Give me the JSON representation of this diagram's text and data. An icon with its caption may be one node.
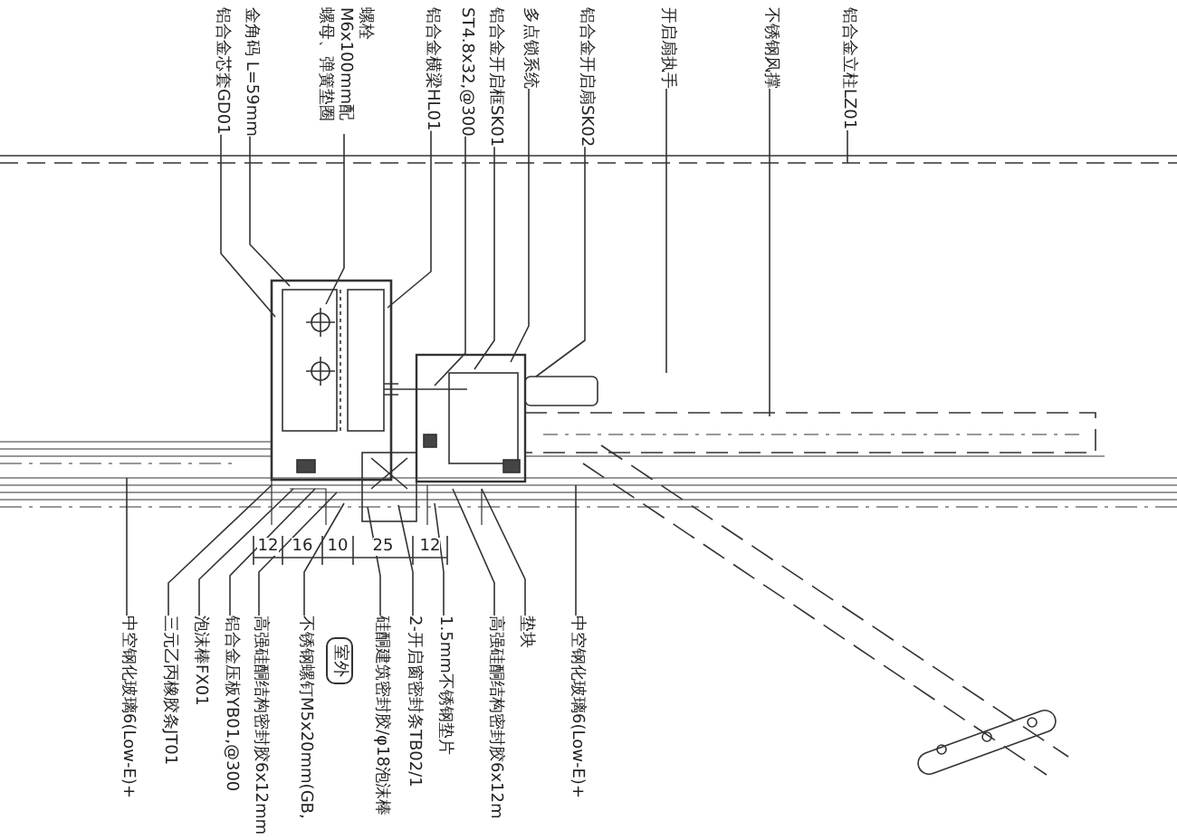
{
  "diagram": {
    "nodes": [
      {
        "text": [
          "铝合金芯套GD01"
        ]
      },
      {
        "text": [
          "金角码 L=59mm"
        ]
      },
      {
        "text": [
          "螺栓M6x100mm配螺母、弹簧垫圈"
        ]
      },
      {
        "text": [
          "铝合金横梁HL01"
        ]
      },
      {
        "text": [
          "ST4.8x32,@300"
        ]
      },
      {
        "text": [
          "铝合金开启框SK01"
        ]
      },
      {
        "text": [
          "多点锁系统"
        ]
      },
      {
        "text": [
          "铝合金开启扇SK02"
        ]
      },
      {
        "text": [
          "开启扇执手"
        ]
      },
      {
        "text": [
          "不锈钢风撑"
        ]
      },
      {
        "text": [
          "铝合金立柱LZ01"
        ]
      },
      {
        "text": [
          "中空钢化玻璃6(Low-E)+"
        ]
      },
      {
        "text": [
          "三元乙丙橡胶条JT01"
        ]
      },
      {
        "text": [
          "泡沫棒FX01"
        ]
      },
      {
        "text": [
          "铝合金压板YB01,@300"
        ]
      },
      {
        "text": [
          "高强硅酮结构密封胶6x12mm"
        ]
      },
      {
        "text": [
          "不锈钢螺钉M5x20mm(GB,"
        ]
      },
      {
        "text": [
          "室外"
        ]
      },
      {
        "text": [
          "硅酮建筑密封胶/φ18泡沫棒"
        ]
      },
      {
        "text": [
          "2-开启窗密封条TB02/1"
        ]
      },
      {
        "text": [
          "1.5mm不锈钢垫片"
        ]
      },
      {
        "text": [
          "高强硅酮结构密封胶6x12m"
        ]
      },
      {
        "text": [
          "垫块"
        ]
      },
      {
        "text": [
          "中空钢化玻璃6(Low-E)+"
        ]
      }
    ],
    "edges": [
      {
        "from": 0,
        "to": null,
        "arrow": "none"
      },
      {
        "from": 1,
        "to": null,
        "arrow": "none"
      },
      {
        "from": 2,
        "to": null,
        "arrow": "none"
      },
      {
        "from": 3,
        "to": null,
        "arrow": "none"
      },
      {
        "from": 4,
        "to": null,
        "arrow": "none"
      },
      {
        "from": 5,
        "to": null,
        "arrow": "none"
      },
      {
        "from": 6,
        "to": null,
        "arrow": "none"
      },
      {
        "from": 7,
        "to": null,
        "arrow": "none"
      },
      {
        "from": 8,
        "to": null,
        "arrow": "none"
      },
      {
        "from": 9,
        "to": null,
        "arrow": "none"
      },
      {
        "from": 10,
        "to": null,
        "arrow": "none"
      },
      {
        "from": 11,
        "to": null,
        "arrow": "none"
      },
      {
        "from": 12,
        "to": null,
        "arrow": "none"
      },
      {
        "from": 13,
        "to": null,
        "arrow": "none"
      },
      {
        "from": 14,
        "to": null,
        "arrow": "none"
      },
      {
        "from": 15,
        "to": null,
        "arrow": "none"
      },
      {
        "from": 16,
        "to": null,
        "arrow": "none"
      },
      {
        "from": 18,
        "to": null,
        "arrow": "none"
      },
      {
        "from": 19,
        "to": null,
        "arrow": "none"
      },
      {
        "from": 20,
        "to": null,
        "arrow": "none"
      },
      {
        "from": 21,
        "to": null,
        "arrow": "none"
      },
      {
        "from": 22,
        "to": null,
        "arrow": "none"
      },
      {
        "from": 23,
        "to": null,
        "arrow": "none"
      }
    ],
    "labels": [
      "12",
      "16",
      "10",
      "25",
      "12"
    ]
  }
}
